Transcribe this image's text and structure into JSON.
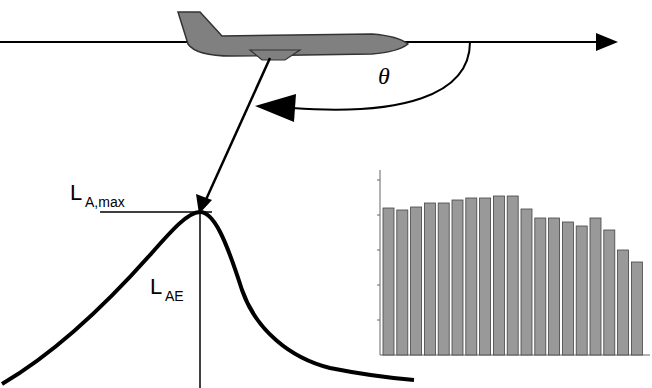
{
  "diagram": {
    "labels": [
      "θ",
      "L",
      "A,max",
      "L",
      "AE"
    ]
  }
}
